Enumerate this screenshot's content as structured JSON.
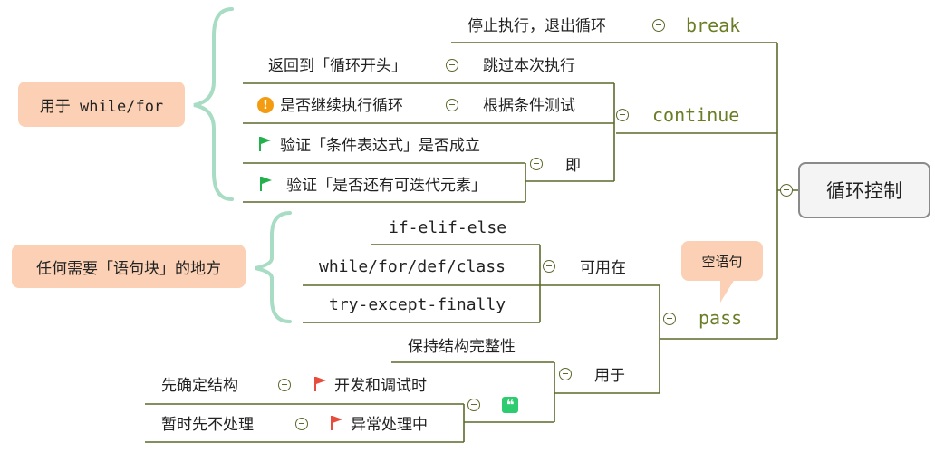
{
  "root": {
    "label": "循环控制"
  },
  "keywords": {
    "break": "break",
    "continue": "continue",
    "pass": "pass"
  },
  "break_node": {
    "desc": "停止执行，退出循环"
  },
  "continue_node": {
    "skip": "跳过本次执行",
    "return_to_start": "返回到「循环开头」",
    "condition_test": "根据条件测试",
    "whether_continue": "是否继续执行循环",
    "ie": "即",
    "verify_expression": "验证「条件表达式」是否成立",
    "verify_iterable": "验证「是否还有可迭代元素」",
    "used_in": "用于 while/for"
  },
  "pass_node": {
    "callout": "空语句",
    "can_use_in": "可用在",
    "ifelse": "if-elif-else",
    "loops": "while/for/def/class",
    "tryexcept": "try-except-finally",
    "anywhere": "任何需要「语句块」的地方",
    "used_for": "用于",
    "keep_structure": "保持结构完整性",
    "dev_debug": "开发和调试时",
    "decide_structure": "先确定结构",
    "exception": "异常处理中",
    "temp_skip": "暂时先不处理"
  },
  "colors": {
    "line": "#5c6a2c",
    "keyword": "#6a7d25",
    "brace": "#a8dcc4",
    "label_bg": "#fbd0b4",
    "flag_green": "#22b14c",
    "flag_red": "#e74c3c",
    "warn": "#f39c12"
  }
}
